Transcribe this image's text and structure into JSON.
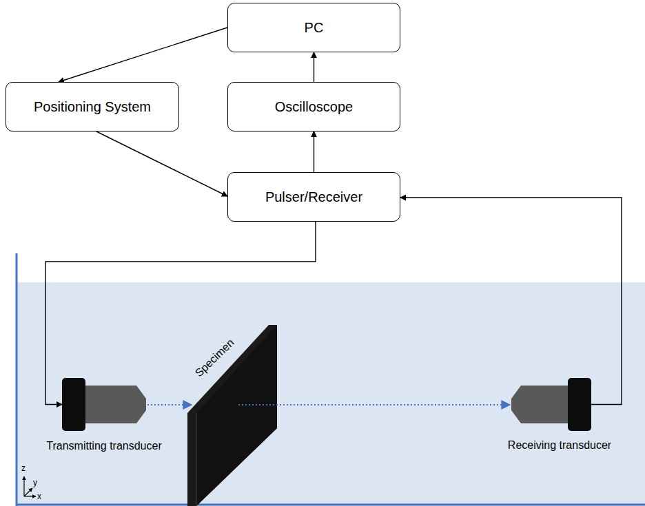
{
  "diagram": {
    "nodes": [
      {
        "text": [
          "PC"
        ]
      },
      {
        "text": [
          "Positioning System"
        ]
      },
      {
        "text": [
          "Oscilloscope"
        ]
      },
      {
        "text": [
          "Pulser/Receiver"
        ]
      },
      {
        "text": [
          "Transmitting transducer"
        ]
      },
      {
        "text": [
          "Receiving transducer"
        ]
      }
    ],
    "edges": [
      {
        "from": 0,
        "to": 1,
        "arrow": "to"
      },
      {
        "from": 1,
        "to": 3,
        "arrow": "to"
      },
      {
        "from": 3,
        "to": 2,
        "arrow": "to"
      },
      {
        "from": 2,
        "to": 0,
        "arrow": "to"
      },
      {
        "from": 3,
        "to": 4,
        "arrow": "to"
      },
      {
        "from": 5,
        "to": 3,
        "arrow": "to"
      }
    ],
    "labels": [
      "Specimen",
      "z",
      "y",
      "x"
    ]
  }
}
